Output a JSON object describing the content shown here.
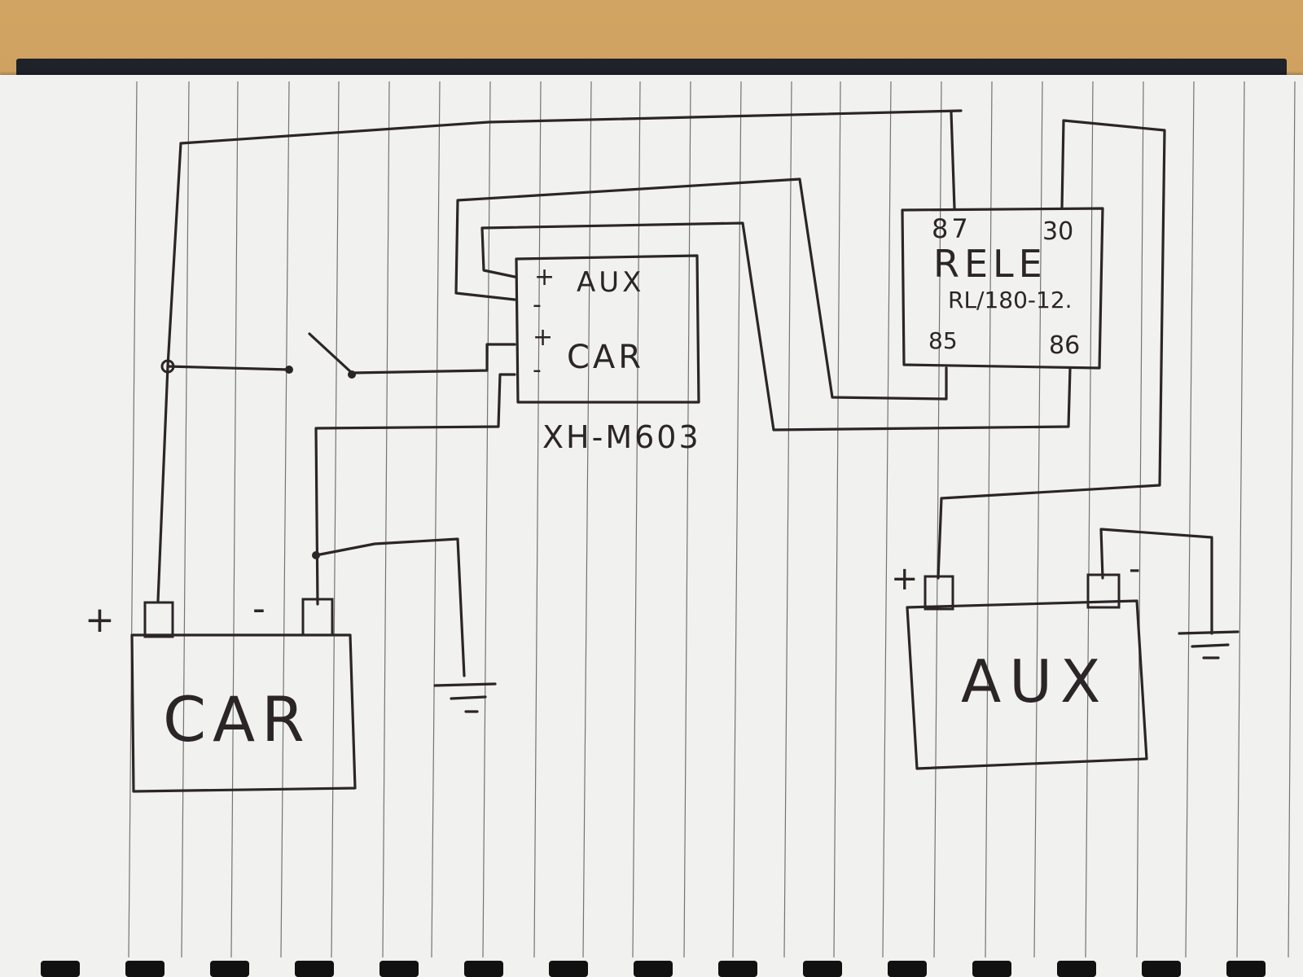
{
  "diagram": {
    "module": {
      "label": "XH-M603",
      "ports": [
        "+",
        "AUX",
        "-",
        "+",
        "CAR",
        "-"
      ]
    },
    "relay": {
      "title": "RELE",
      "model": "RL/180-12.",
      "pins": [
        "87",
        "30",
        "85",
        "86"
      ]
    },
    "car_battery": {
      "label": "CAR",
      "positive": "+",
      "negative": "-"
    },
    "aux_battery": {
      "label": "AUX",
      "positive": "+",
      "negative": "-"
    },
    "ground_symbols": [
      "car-ground",
      "aux-ground"
    ],
    "switch": "manual-switch"
  },
  "colors": {
    "ink": "#2c2528",
    "paper": "#f1f1f0",
    "ruling": "#4a4a4a",
    "desk": "#c49552",
    "cover": "#1f2228"
  }
}
